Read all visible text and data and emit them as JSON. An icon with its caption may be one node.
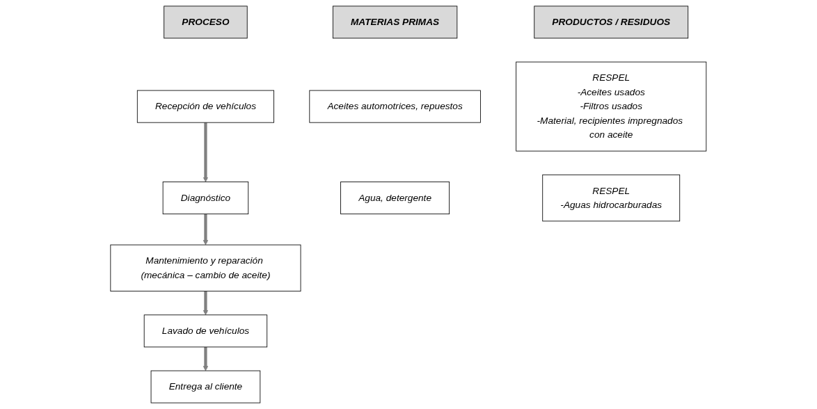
{
  "diagram": {
    "nodes": [
      {
        "text": [
          "MATERIAS PRIMAS"
        ]
      },
      {
        "text": [
          "PROCESO"
        ]
      },
      {
        "text": [
          "PRODUCTOS / RESIDUOS"
        ]
      },
      {
        "text": [
          "Aceites automotrices, repuestos"
        ]
      },
      {
        "text": [
          "Recepción de vehículos"
        ]
      },
      {
        "text": [
          "RESPEL",
          "-Aceites usados",
          "-Filtros usados",
          "-Material, recipientes impregnados con aceite"
        ]
      },
      {
        "text": [
          "Diagnóstico"
        ]
      },
      {
        "text": [
          "Mantenimiento y reparación (mecánica – cambio de aceite)"
        ]
      },
      {
        "text": [
          "Agua, detergente"
        ]
      },
      {
        "text": [
          "Lavado de vehículos"
        ]
      },
      {
        "text": [
          "RESPEL",
          "-Aguas hidrocarburadas"
        ]
      },
      {
        "text": [
          "Entrega al cliente"
        ]
      }
    ],
    "edges": [
      {
        "from": 4,
        "to": 6,
        "arrow": "to"
      },
      {
        "from": 6,
        "to": 7,
        "arrow": "to"
      },
      {
        "from": 7,
        "to": 9,
        "arrow": "to"
      },
      {
        "from": 9,
        "to": 11,
        "arrow": "to"
      }
    ]
  }
}
